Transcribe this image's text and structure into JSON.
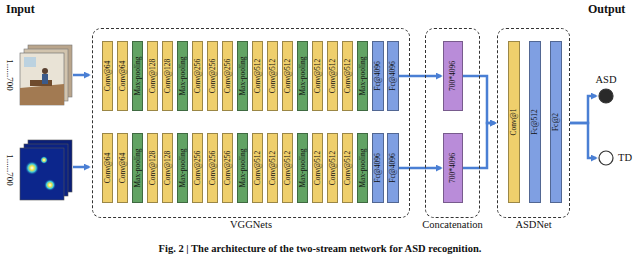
{
  "diagram": {
    "caption": "Fig. 2 | The architecture of the two-stream network for ASD recognition.",
    "nodes": [
      {
        "text": [
          "VGGNets"
        ]
      },
      {
        "text": [
          "Conv@64"
        ],
        "in": 0
      },
      {
        "text": [
          "Conv@64"
        ],
        "in": 0
      },
      {
        "text": [
          "Max-pooling"
        ],
        "in": 0
      },
      {
        "text": [
          "Conv@128"
        ],
        "in": 0
      },
      {
        "text": [
          "Conv@128"
        ],
        "in": 0
      },
      {
        "text": [
          "Max-pooling"
        ],
        "in": 0
      },
      {
        "text": [
          "Conv@256"
        ],
        "in": 0
      },
      {
        "text": [
          "Conv@256"
        ],
        "in": 0
      },
      {
        "text": [
          "Conv@256"
        ],
        "in": 0
      },
      {
        "text": [
          "Max-pooling"
        ],
        "in": 0
      },
      {
        "text": [
          "Conv@512"
        ],
        "in": 0
      },
      {
        "text": [
          "Conv@512"
        ],
        "in": 0
      },
      {
        "text": [
          "Conv@512"
        ],
        "in": 0
      },
      {
        "text": [
          "Max-pooling"
        ],
        "in": 0
      },
      {
        "text": [
          "Conv@512"
        ],
        "in": 0
      },
      {
        "text": [
          "Conv@512"
        ],
        "in": 0
      },
      {
        "text": [
          "Conv@512"
        ],
        "in": 0
      },
      {
        "text": [
          "Max-pooling"
        ],
        "in": 0
      },
      {
        "text": [
          "Fc@4096"
        ],
        "in": 0
      },
      {
        "text": [
          "Fc@4096"
        ],
        "in": 0
      },
      {
        "text": [
          "Conv@64"
        ],
        "in": 0
      },
      {
        "text": [
          "Conv@64"
        ],
        "in": 0
      },
      {
        "text": [
          "Max-pooling"
        ],
        "in": 0
      },
      {
        "text": [
          "Conv@128"
        ],
        "in": 0
      },
      {
        "text": [
          "Conv@128"
        ],
        "in": 0
      },
      {
        "text": [
          "Max-pooling"
        ],
        "in": 0
      },
      {
        "text": [
          "Conv@256"
        ],
        "in": 0
      },
      {
        "text": [
          "Conv@256"
        ],
        "in": 0
      },
      {
        "text": [
          "Conv@256"
        ],
        "in": 0
      },
      {
        "text": [
          "Max-pooling"
        ],
        "in": 0
      },
      {
        "text": [
          "Conv@512"
        ],
        "in": 0
      },
      {
        "text": [
          "Conv@512"
        ],
        "in": 0
      },
      {
        "text": [
          "Conv@512"
        ],
        "in": 0
      },
      {
        "text": [
          "Max-pooling"
        ],
        "in": 0
      },
      {
        "text": [
          "Conv@512"
        ],
        "in": 0
      },
      {
        "text": [
          "Conv@512"
        ],
        "in": 0
      },
      {
        "text": [
          "Conv@512"
        ],
        "in": 0
      },
      {
        "text": [
          "Max-pooling"
        ],
        "in": 0
      },
      {
        "text": [
          "Fc@4096"
        ],
        "in": 0
      },
      {
        "text": [
          "Fc@4096"
        ],
        "in": 0
      },
      {
        "text": [
          "Concatenation"
        ]
      },
      {
        "text": [
          "700*4096"
        ],
        "in": 41
      },
      {
        "text": [
          "700*4096"
        ],
        "in": 41
      },
      {
        "text": [
          "ASDNet"
        ]
      },
      {
        "text": [
          "Conv@1"
        ],
        "in": 44
      },
      {
        "text": [
          "Fc@512"
        ],
        "in": 44
      },
      {
        "text": [
          "Fc@2"
        ],
        "in": 44
      },
      {
        "text": [
          "ASD"
        ]
      },
      {
        "text": [
          "TD"
        ]
      }
    ],
    "edges": [
      {
        "from": 20,
        "to": 42,
        "arrow": "to"
      },
      {
        "from": 40,
        "to": 43,
        "arrow": "to"
      },
      {
        "from": 42,
        "to": 44,
        "arrow": "to"
      },
      {
        "from": 43,
        "to": 44,
        "arrow": "to"
      },
      {
        "from": 44,
        "to": 48,
        "arrow": "to"
      },
      {
        "from": 44,
        "to": 49,
        "arrow": "to"
      }
    ],
    "labels": [
      "Input",
      "Output",
      "1......700",
      "1......700"
    ]
  }
}
